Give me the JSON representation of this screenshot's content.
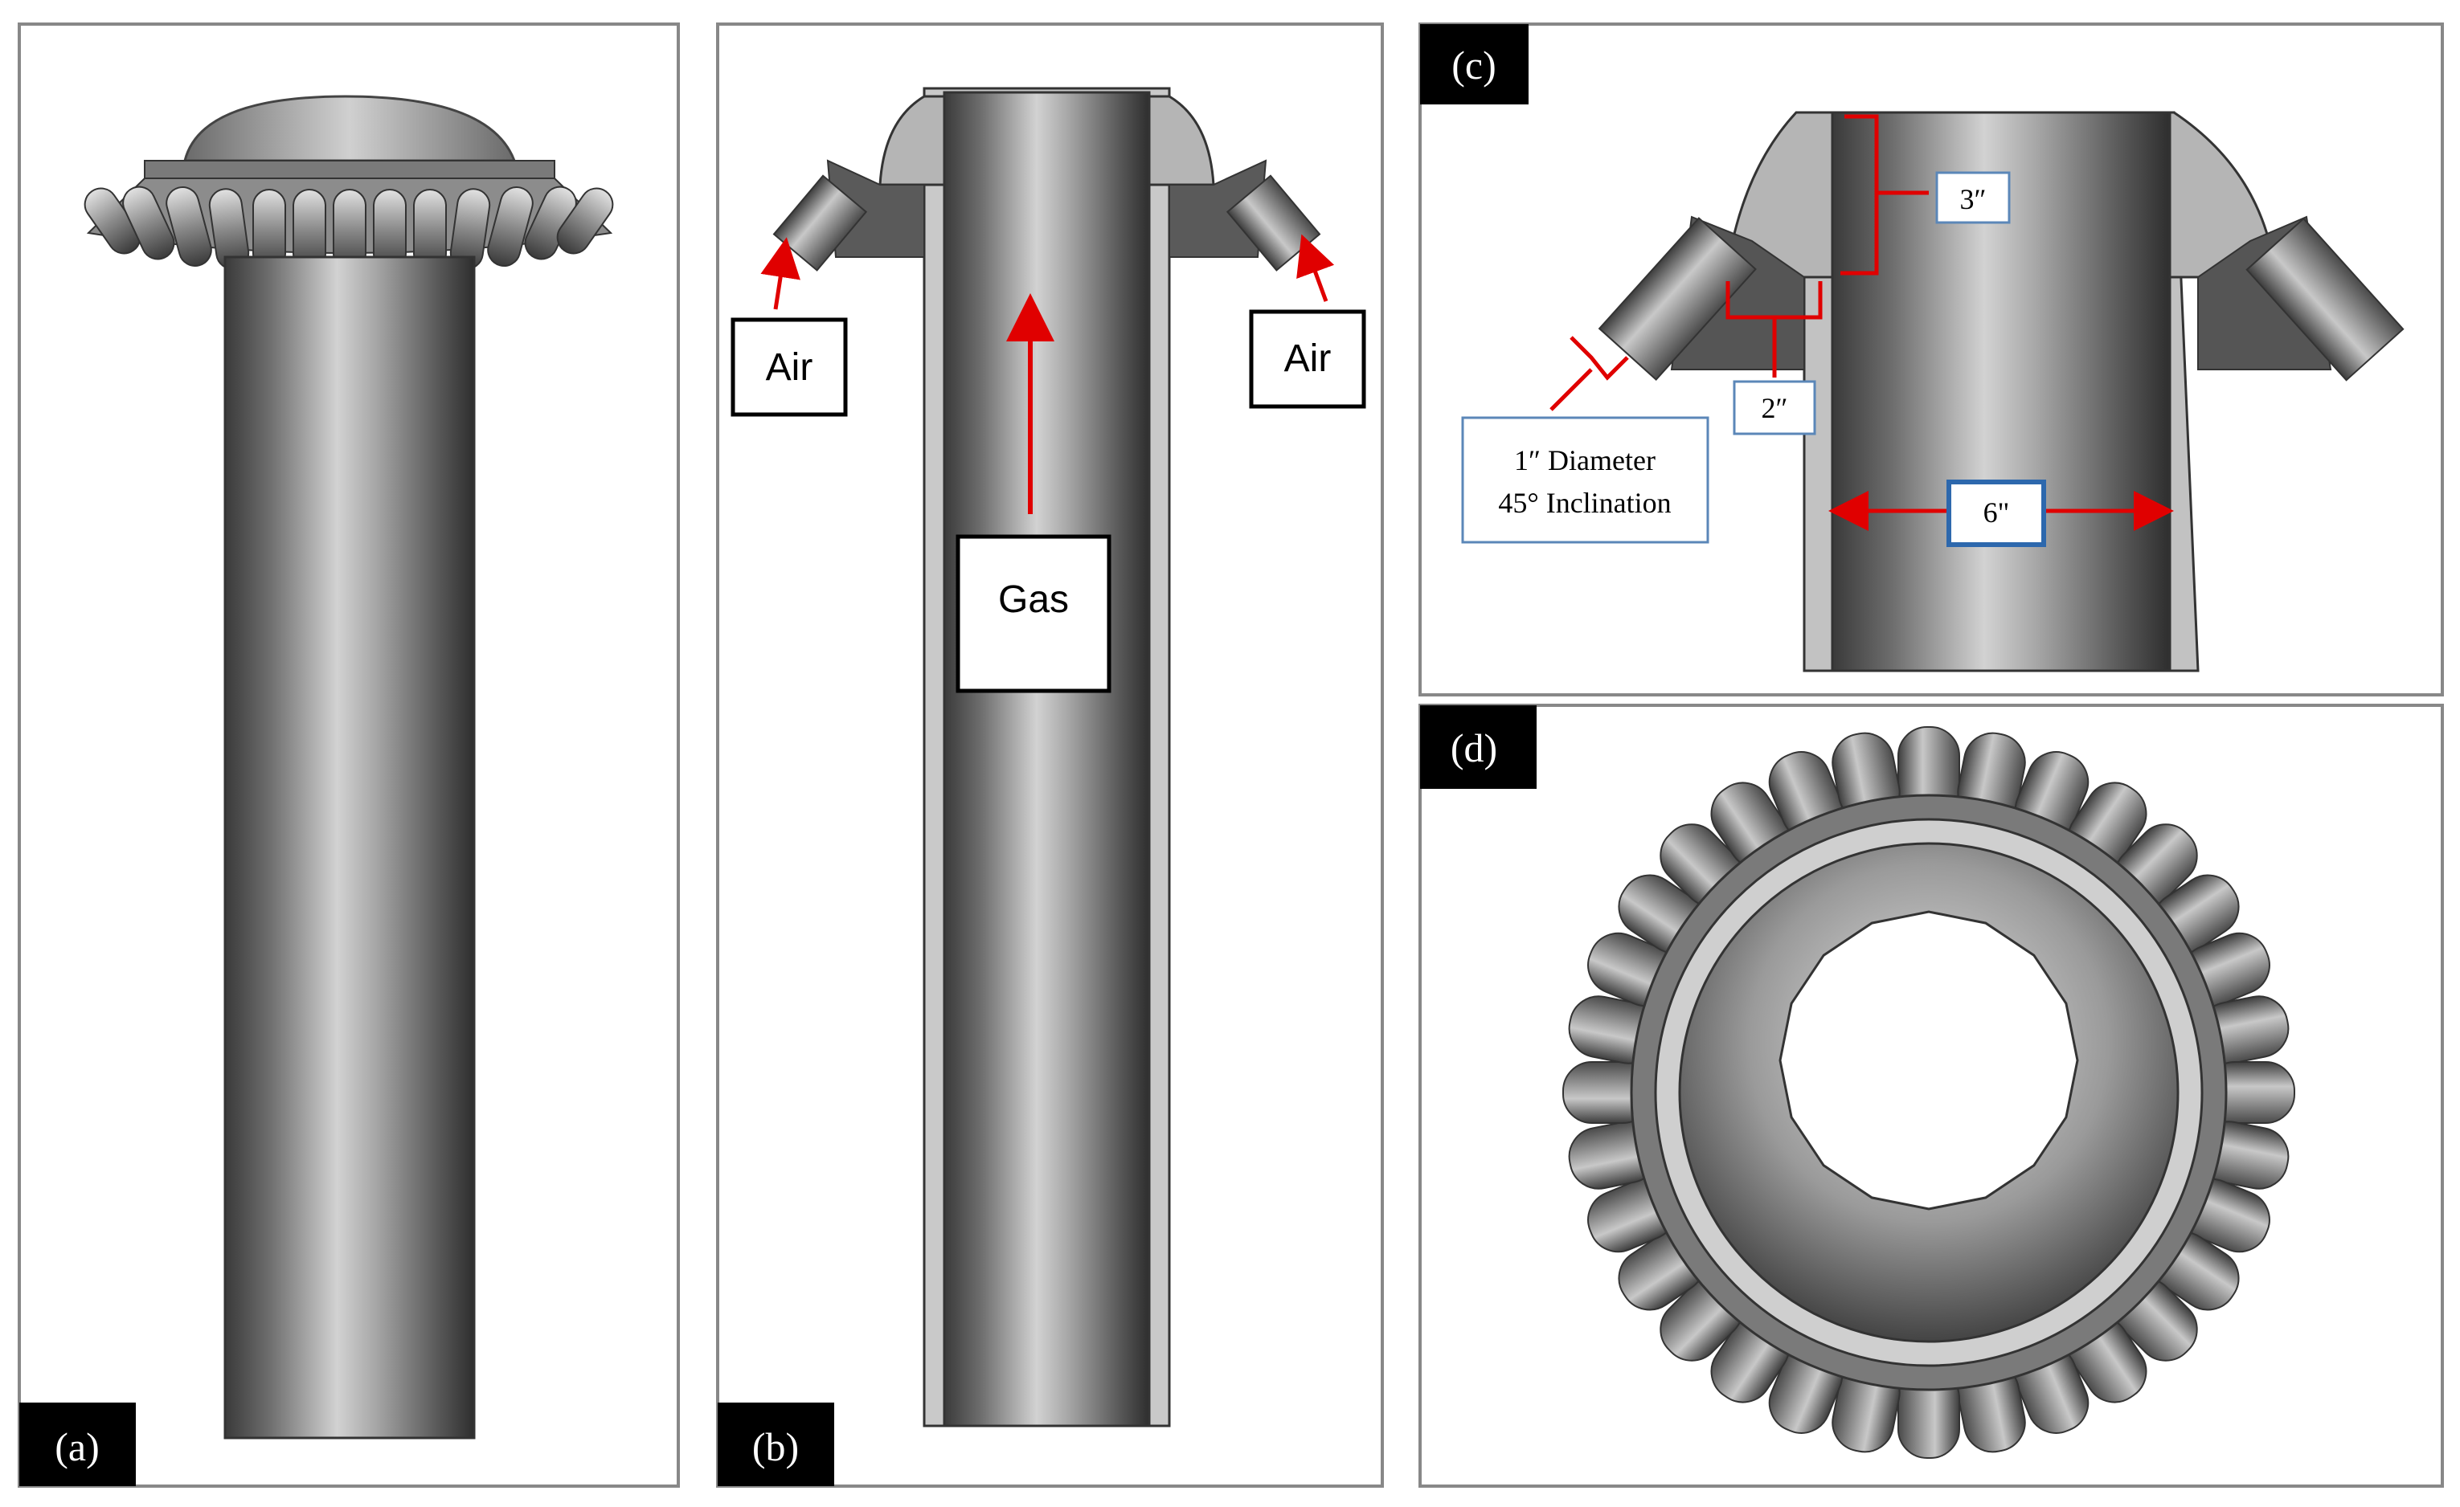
{
  "panels": {
    "a": {
      "tag": "(a)"
    },
    "b": {
      "tag": "(b)",
      "air_left": "Air",
      "air_right": "Air",
      "gas": "Gas"
    },
    "c": {
      "tag": "(c)",
      "dim_height": "3″",
      "dim_lip": "2″",
      "dim_diameter": "6\"",
      "nozzle_line1": "1″ Diameter",
      "nozzle_line2": "45° Inclination"
    },
    "d": {
      "tag": "(d)"
    }
  },
  "colors": {
    "arrow": "#e00000",
    "callout_border": "#5b87b8",
    "metal_dark": "#3c3c3c",
    "metal_light": "#d9d9d9"
  }
}
